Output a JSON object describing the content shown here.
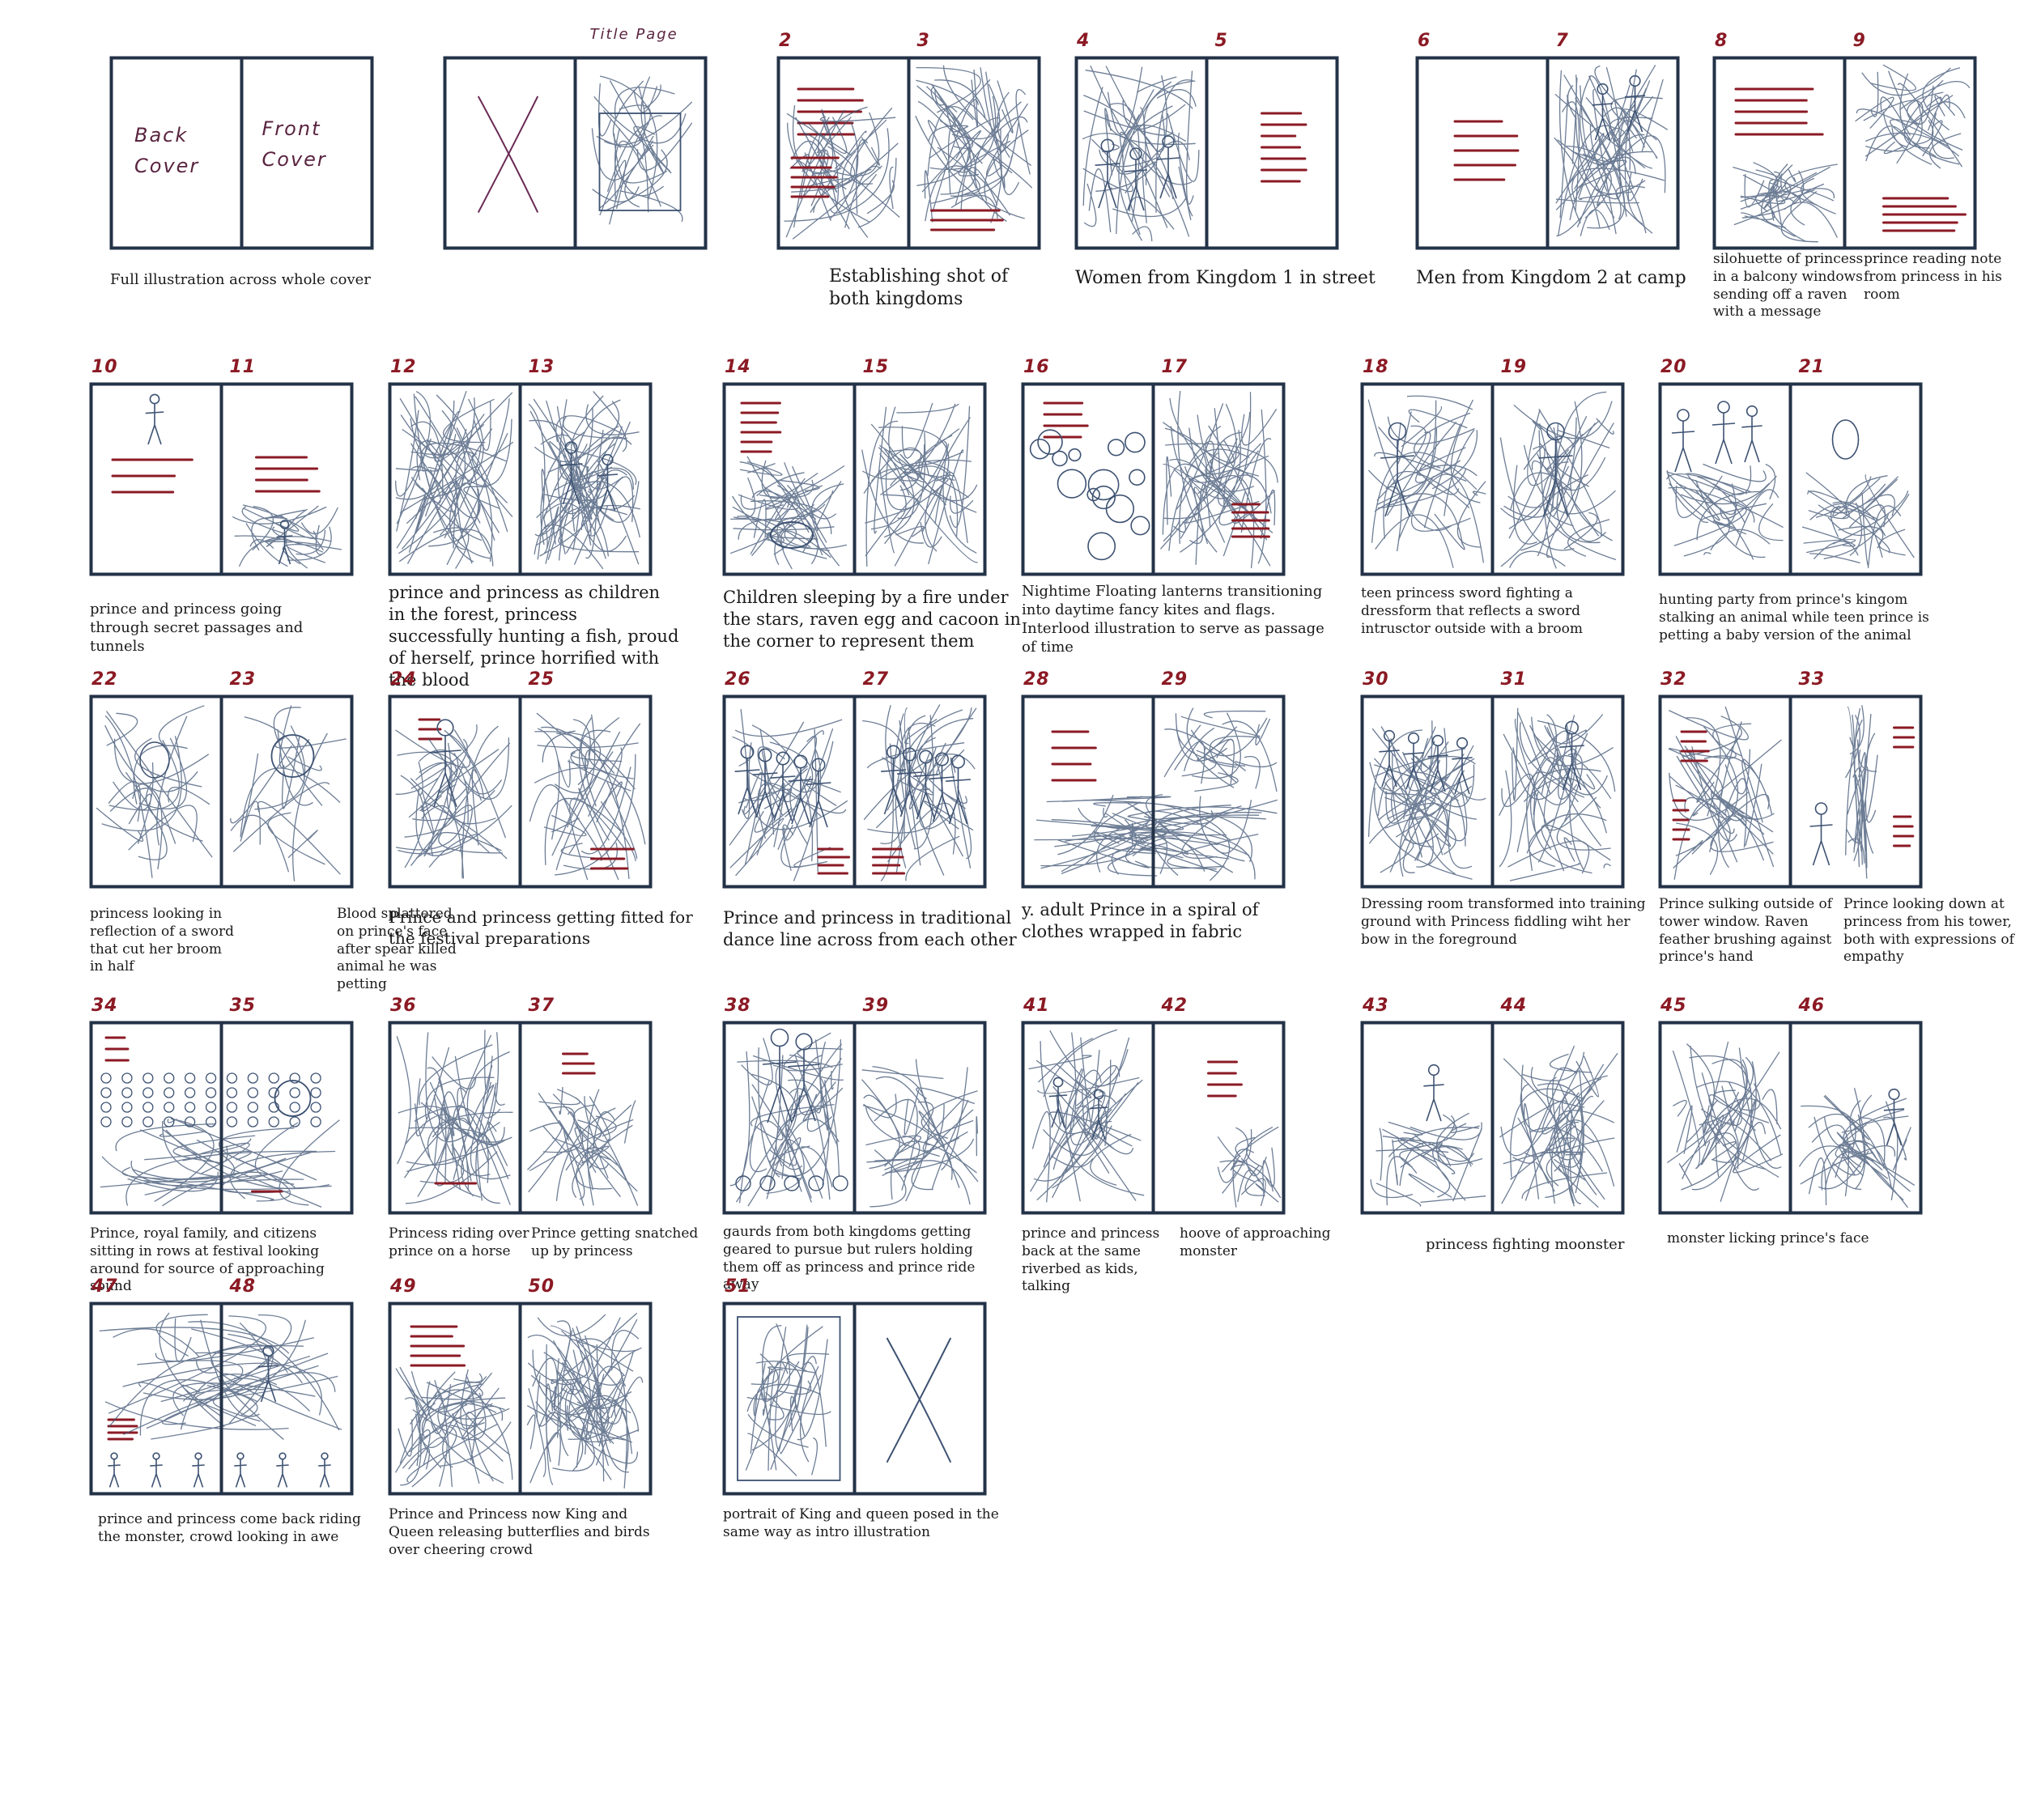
{
  "board": {
    "colors": {
      "frame": "#233247",
      "sketch": "#3d5272",
      "text_marks": "#8b1a24",
      "caption": "#1a1a1a"
    },
    "spreads": [
      {
        "left_page": "",
        "right_page": "",
        "left_label": "Back Cover",
        "right_label": "Front Cover",
        "caption": "Full illustration across whole cover",
        "caption_right": "",
        "sketch": "cover"
      },
      {
        "left_page": "",
        "right_page": "",
        "top_label": "Title Page",
        "caption": "",
        "caption_right": "",
        "sketch": "title"
      },
      {
        "left_page": "2",
        "right_page": "3",
        "caption": "Establishing shot of both kingdoms",
        "caption_right": "",
        "sketch": "kingdoms"
      },
      {
        "left_page": "4",
        "right_page": "5",
        "caption": "Women from Kingdom 1 in street",
        "caption_right": "",
        "sketch": "street"
      },
      {
        "left_page": "6",
        "right_page": "7",
        "caption": "Men from Kingdom 2 at camp",
        "caption_right": "",
        "sketch": "camp"
      },
      {
        "left_page": "8",
        "right_page": "9",
        "caption": "silohuette of princess in a balcony windows sending off a raven with a message",
        "caption_right": "prince reading note from princess in his room",
        "sketch": "raven"
      },
      {
        "left_page": "10",
        "right_page": "11",
        "caption": "prince and princess going through secret passages and tunnels",
        "caption_right": "",
        "sketch": "tunnels"
      },
      {
        "left_page": "12",
        "right_page": "13",
        "caption": "prince and princess as children in the forest, princess successfully hunting a fish, proud of herself, prince horrified with the blood",
        "caption_right": "",
        "sketch": "forest"
      },
      {
        "left_page": "14",
        "right_page": "15",
        "caption": "Children sleeping by a fire under the stars, raven egg and cacoon in the corner to represent them",
        "caption_right": "",
        "sketch": "fire"
      },
      {
        "left_page": "16",
        "right_page": "17",
        "caption": "Nightime Floating lanterns transitioning into daytime fancy kites and flags. Interlood illustration to serve as passage of time",
        "caption_right": "",
        "sketch": "lanterns"
      },
      {
        "left_page": "18",
        "right_page": "19",
        "caption": "teen princess sword fighting a dressform that reflects a sword intrusctor outside with a broom",
        "caption_right": "",
        "sketch": "swordfight"
      },
      {
        "left_page": "20",
        "right_page": "21",
        "caption": "hunting party from prince's kingom stalking an animal while teen prince is petting a baby version of the animal",
        "caption_right": "",
        "sketch": "hunting"
      },
      {
        "left_page": "22",
        "right_page": "23",
        "caption": "princess looking in reflection of a sword that cut her broom in half",
        "caption_right": "Blood splattered on prince's face after spear killed animal he was petting",
        "sketch": "reflection"
      },
      {
        "left_page": "24",
        "right_page": "25",
        "caption": "Prince and princess getting fitted for the festival preparations",
        "caption_right": "",
        "sketch": "fitting"
      },
      {
        "left_page": "26",
        "right_page": "27",
        "caption": "Prince and princess in traditional dance line across from each other",
        "caption_right": "",
        "sketch": "dance"
      },
      {
        "left_page": "28",
        "right_page": "29",
        "caption": "y. adult Prince in a spiral of clothes wrapped in fabric",
        "caption_right": "",
        "sketch": "spiral"
      },
      {
        "left_page": "30",
        "right_page": "31",
        "caption": "Dressing room transformed into training ground with Princess fiddling wiht her bow in the foreground",
        "caption_right": "",
        "sketch": "training"
      },
      {
        "left_page": "32",
        "right_page": "33",
        "caption": "Prince sulking outside of tower window. Raven feather brushing against prince's hand",
        "caption_right": "Prince looking down at princess from his tower, both with expressions of empathy",
        "sketch": "tower"
      },
      {
        "left_page": "34",
        "right_page": "35",
        "caption": "Prince, royal family, and citizens sitting in rows at festival looking around for source of approaching sound",
        "caption_right": "",
        "sketch": "festival"
      },
      {
        "left_page": "36",
        "right_page": "37",
        "caption": "Princess riding over prince on a horse",
        "caption_right": "Prince getting snatched up by princess",
        "sketch": "horse"
      },
      {
        "left_page": "38",
        "right_page": "39",
        "caption": "gaurds from both kingdoms getting geared to pursue but rulers holding them off as princess and prince ride away",
        "caption_right": "",
        "sketch": "guards"
      },
      {
        "left_page": "41",
        "right_page": "42",
        "caption": "prince and princess back at the same riverbed as kids, talking",
        "caption_right": "hoove of approaching monster",
        "sketch": "riverbed"
      },
      {
        "left_page": "43",
        "right_page": "44",
        "caption": "princess fighting moonster",
        "caption_right": "",
        "sketch": "monster"
      },
      {
        "left_page": "45",
        "right_page": "46",
        "caption": "monster licking prince's face",
        "caption_right": "",
        "sketch": "licking"
      },
      {
        "left_page": "47",
        "right_page": "48",
        "caption": "prince and princess come back riding the monster, crowd looking in awe",
        "caption_right": "",
        "sketch": "return"
      },
      {
        "left_page": "49",
        "right_page": "50",
        "caption": "Prince and Princess now King and Queen releasing butterflies and birds over cheering crowd",
        "caption_right": "",
        "sketch": "butterflies"
      },
      {
        "left_page": "51",
        "right_page": "",
        "caption": "portrait of King and queen posed in the same way as intro illustration",
        "caption_right": "",
        "sketch": "portrait"
      }
    ]
  }
}
